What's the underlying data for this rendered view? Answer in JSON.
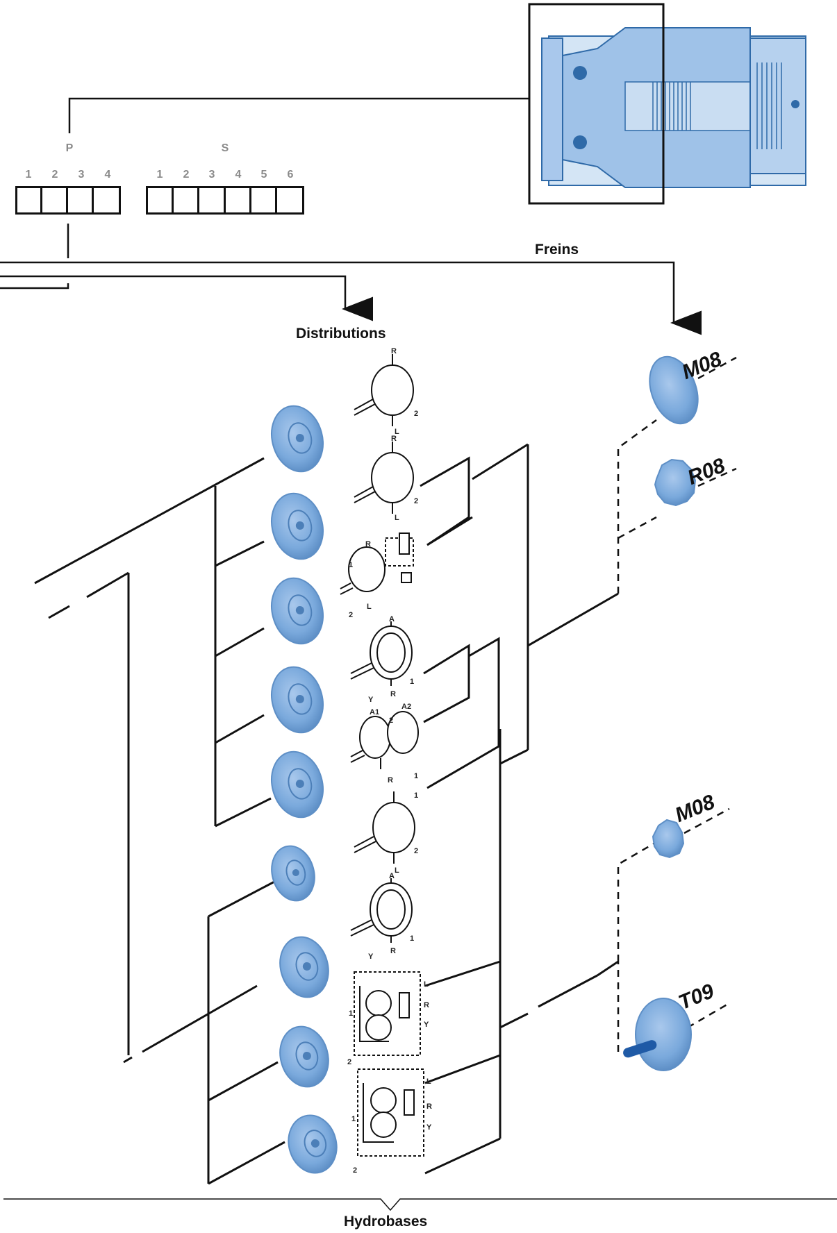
{
  "code_groups": {
    "p": {
      "label": "P",
      "digits": [
        "1",
        "2",
        "3",
        "4"
      ]
    },
    "s": {
      "label": "S",
      "digits": [
        "1",
        "2",
        "3",
        "4",
        "5",
        "6"
      ]
    }
  },
  "sections": {
    "freins": "Freins",
    "distributions": "Distributions",
    "hydrobases": "Hydrobases"
  },
  "brake_options": [
    "M08",
    "R08",
    "M08",
    "T09"
  ],
  "schematic_port_labels": {
    "s1": [
      "R",
      "L",
      "2"
    ],
    "s2": [
      "R",
      "L",
      "2"
    ],
    "s3": [
      "R",
      "L",
      "1",
      "2"
    ],
    "s4": [
      "A",
      "Y",
      "R",
      "1"
    ],
    "s5": [
      "A1",
      "A2",
      "2",
      "R",
      "1"
    ],
    "s6": [
      "1",
      "L",
      "2"
    ],
    "s7": [
      "A",
      "Y",
      "R",
      "1"
    ],
    "s8": [
      "1",
      "2",
      "L",
      "R",
      "Y"
    ],
    "s9": [
      "1",
      "2",
      "L",
      "R",
      "Y"
    ]
  },
  "colors": {
    "line": "#111111",
    "part_fill": "#79a9dc",
    "part_edge": "#2f6aa8",
    "digit_grey": "#8a8a8a"
  }
}
